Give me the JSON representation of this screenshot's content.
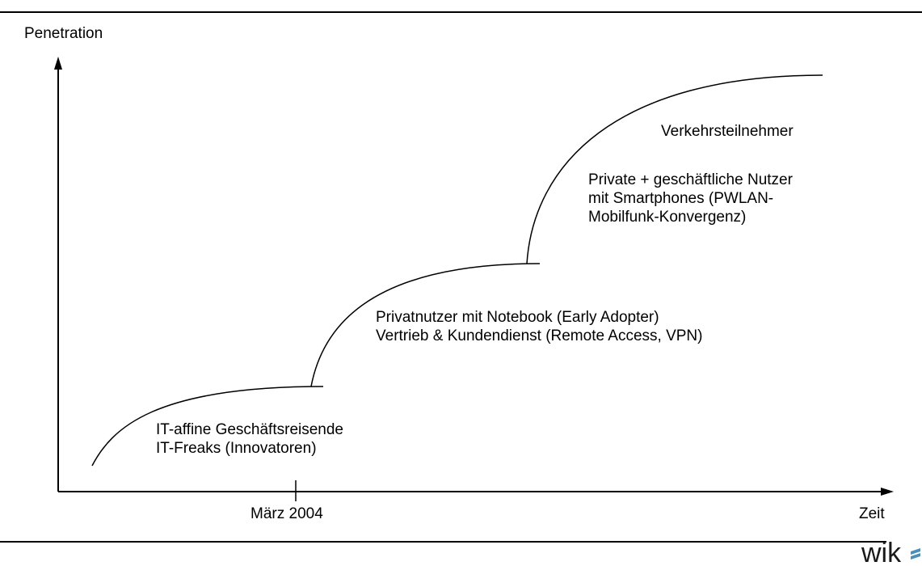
{
  "axes": {
    "y_label": "Penetration",
    "x_label": "Zeit",
    "tick_label": "März 2004"
  },
  "stages": [
    {
      "lines": [
        "IT-affine Geschäftsreisende",
        "IT-Freaks (Innovatoren)"
      ]
    },
    {
      "lines": [
        "Privatnutzer mit Notebook (Early Adopter)",
        "Vertrieb & Kundendienst (Remote Access, VPN)"
      ]
    },
    {
      "lines": [
        "Verkehrsteilnehmer"
      ]
    },
    {
      "lines": [
        "Private + geschäftliche Nutzer",
        "mit Smartphones (PWLAN-",
        "Mobilfunk-Konvergenz)"
      ]
    }
  ],
  "logo": {
    "text": "wik"
  },
  "colors": {
    "line": "#000000",
    "logo_accent": "#4a90b8"
  }
}
